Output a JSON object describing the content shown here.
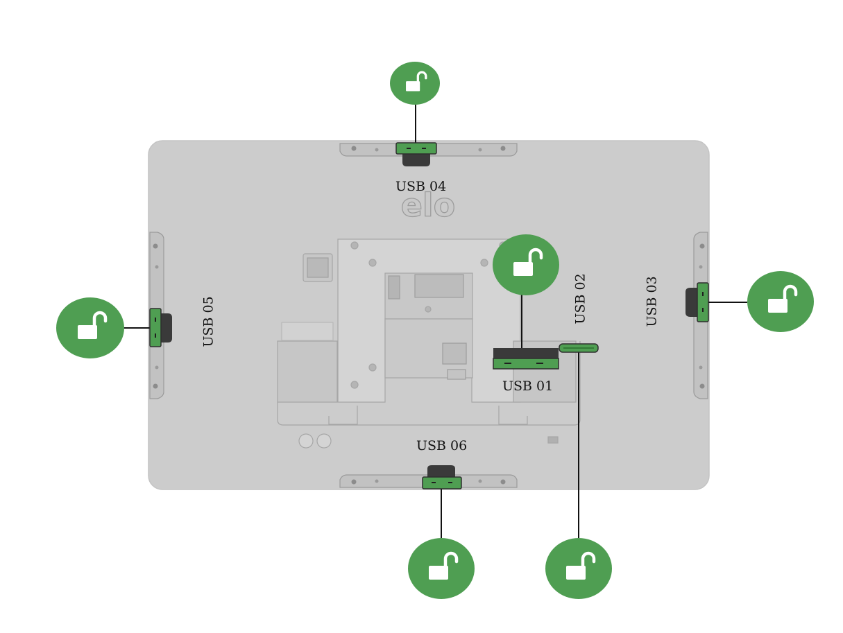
{
  "device": {
    "logo_text": "elo",
    "body_color": "#cccccc",
    "accent_color": "#4f9e52"
  },
  "ports": [
    {
      "id": "usb-01",
      "label": "USB 01",
      "lock_state": "unlocked",
      "lock_icon": "unlock-icon"
    },
    {
      "id": "usb-02",
      "label": "USB 02",
      "lock_state": "unlocked",
      "lock_icon": "unlock-icon"
    },
    {
      "id": "usb-03",
      "label": "USB 03",
      "lock_state": "unlocked",
      "lock_icon": "unlock-icon"
    },
    {
      "id": "usb-04",
      "label": "USB 04",
      "lock_state": "unlocked",
      "lock_icon": "unlock-icon"
    },
    {
      "id": "usb-05",
      "label": "USB 05",
      "lock_state": "unlocked",
      "lock_icon": "unlock-icon"
    },
    {
      "id": "usb-06",
      "label": "USB 06",
      "lock_state": "unlocked",
      "lock_icon": "unlock-icon"
    }
  ]
}
